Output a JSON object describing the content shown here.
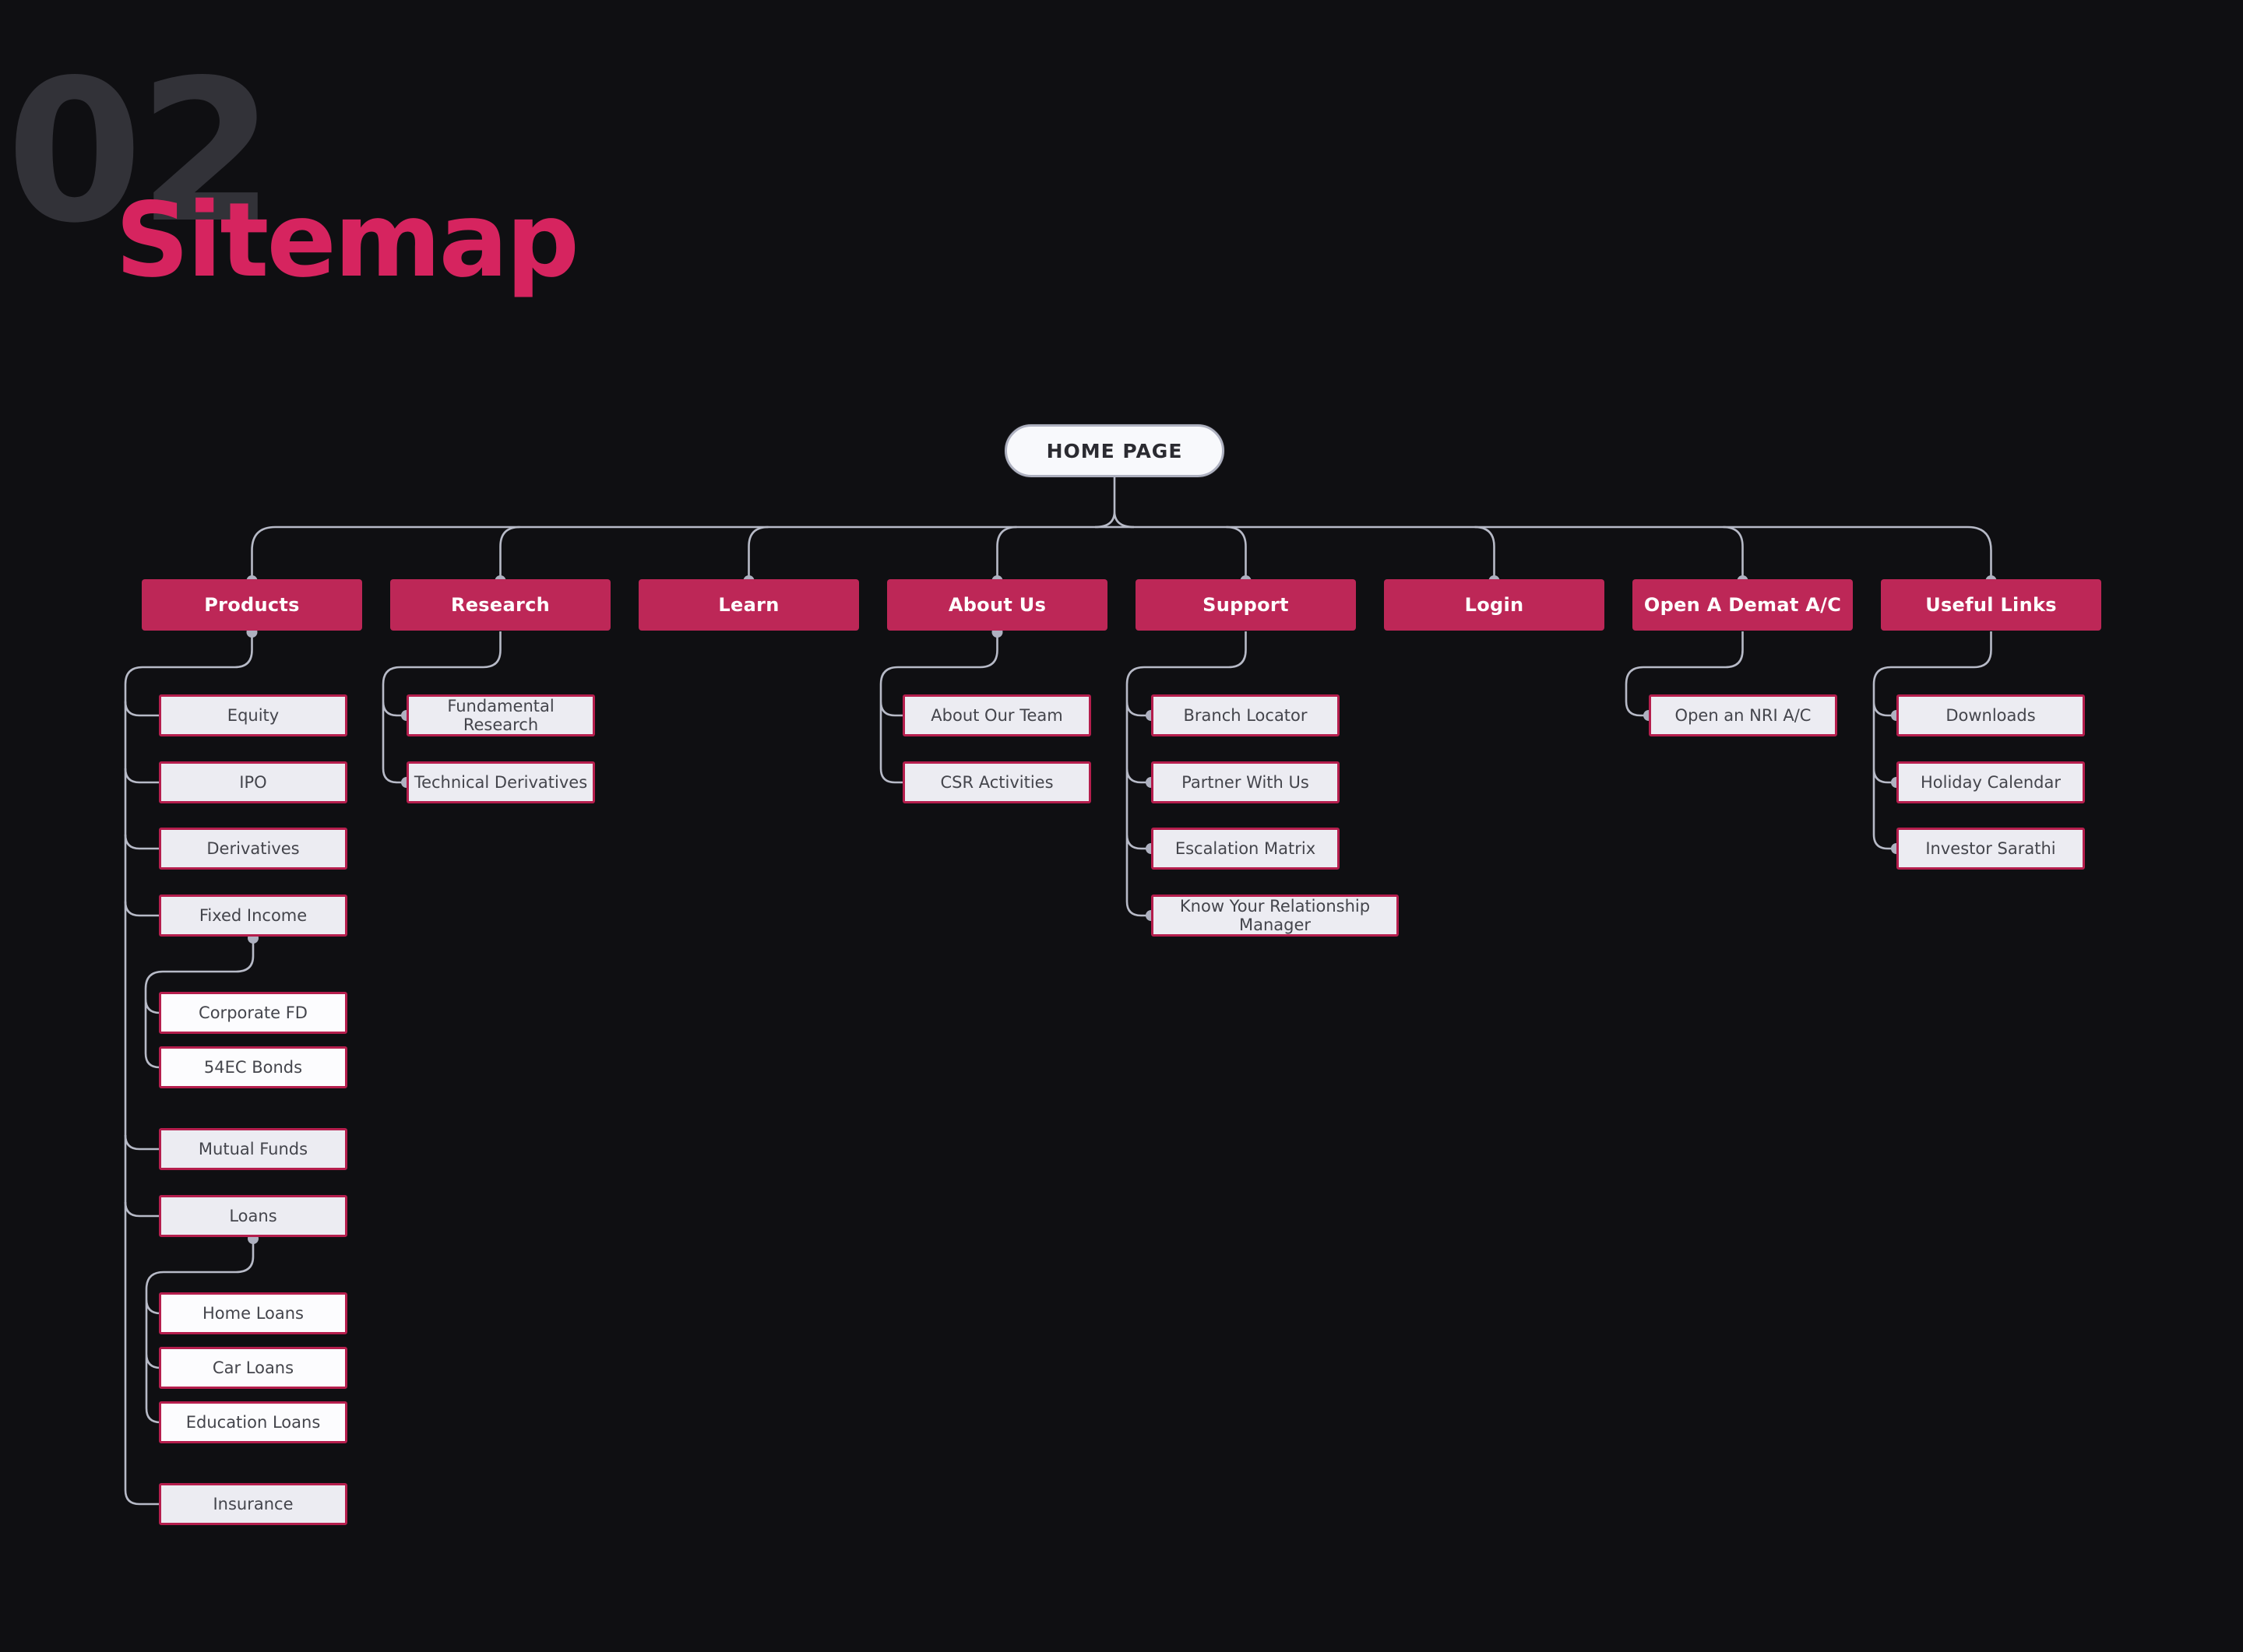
{
  "header": {
    "index_number": "02",
    "title": "Sitemap"
  },
  "root": {
    "label": "HOME PAGE"
  },
  "colors": {
    "background": "#0f0f12",
    "primary_button": "#bd2757",
    "title_pink": "#d6245f",
    "title_number_gray": "#323238",
    "connector_line": "#b7bac7",
    "connector_dot": "#aeb1c0",
    "sub_box_fill": "#ececf2",
    "sub_box_border": "#b51e4d"
  },
  "sections": {
    "products": {
      "label": "Products",
      "children": {
        "equity": "Equity",
        "ipo": "IPO",
        "derivatives": "Derivatives",
        "fixed_income": "Fixed Income",
        "corporate_fd": "Corporate FD",
        "bonds_54ec": "54EC Bonds",
        "mutual_funds": "Mutual Funds",
        "loans": "Loans",
        "home_loans": "Home Loans",
        "car_loans": "Car Loans",
        "education_loans": "Education Loans",
        "insurance": "Insurance"
      }
    },
    "research": {
      "label": "Research",
      "children": {
        "fundamental_research": "Fundamental Research",
        "technical_derivatives": "Technical Derivatives"
      }
    },
    "learn": {
      "label": "Learn"
    },
    "about_us": {
      "label": "About Us",
      "children": {
        "about_our_team": "About Our Team",
        "csr_activities": "CSR Activities"
      }
    },
    "support": {
      "label": "Support",
      "children": {
        "branch_locator": "Branch Locator",
        "partner_with_us": "Partner With Us",
        "escalation_matrix": "Escalation Matrix",
        "know_your_rm": "Know Your Relationship Manager"
      }
    },
    "login": {
      "label": "Login"
    },
    "open_demat": {
      "label": "Open A Demat A/C",
      "children": {
        "open_nri": "Open an NRI A/C"
      }
    },
    "useful_links": {
      "label": "Useful Links",
      "children": {
        "downloads": "Downloads",
        "holiday_calendar": "Holiday Calendar",
        "investor_sarathi": "Investor Sarathi"
      }
    }
  }
}
